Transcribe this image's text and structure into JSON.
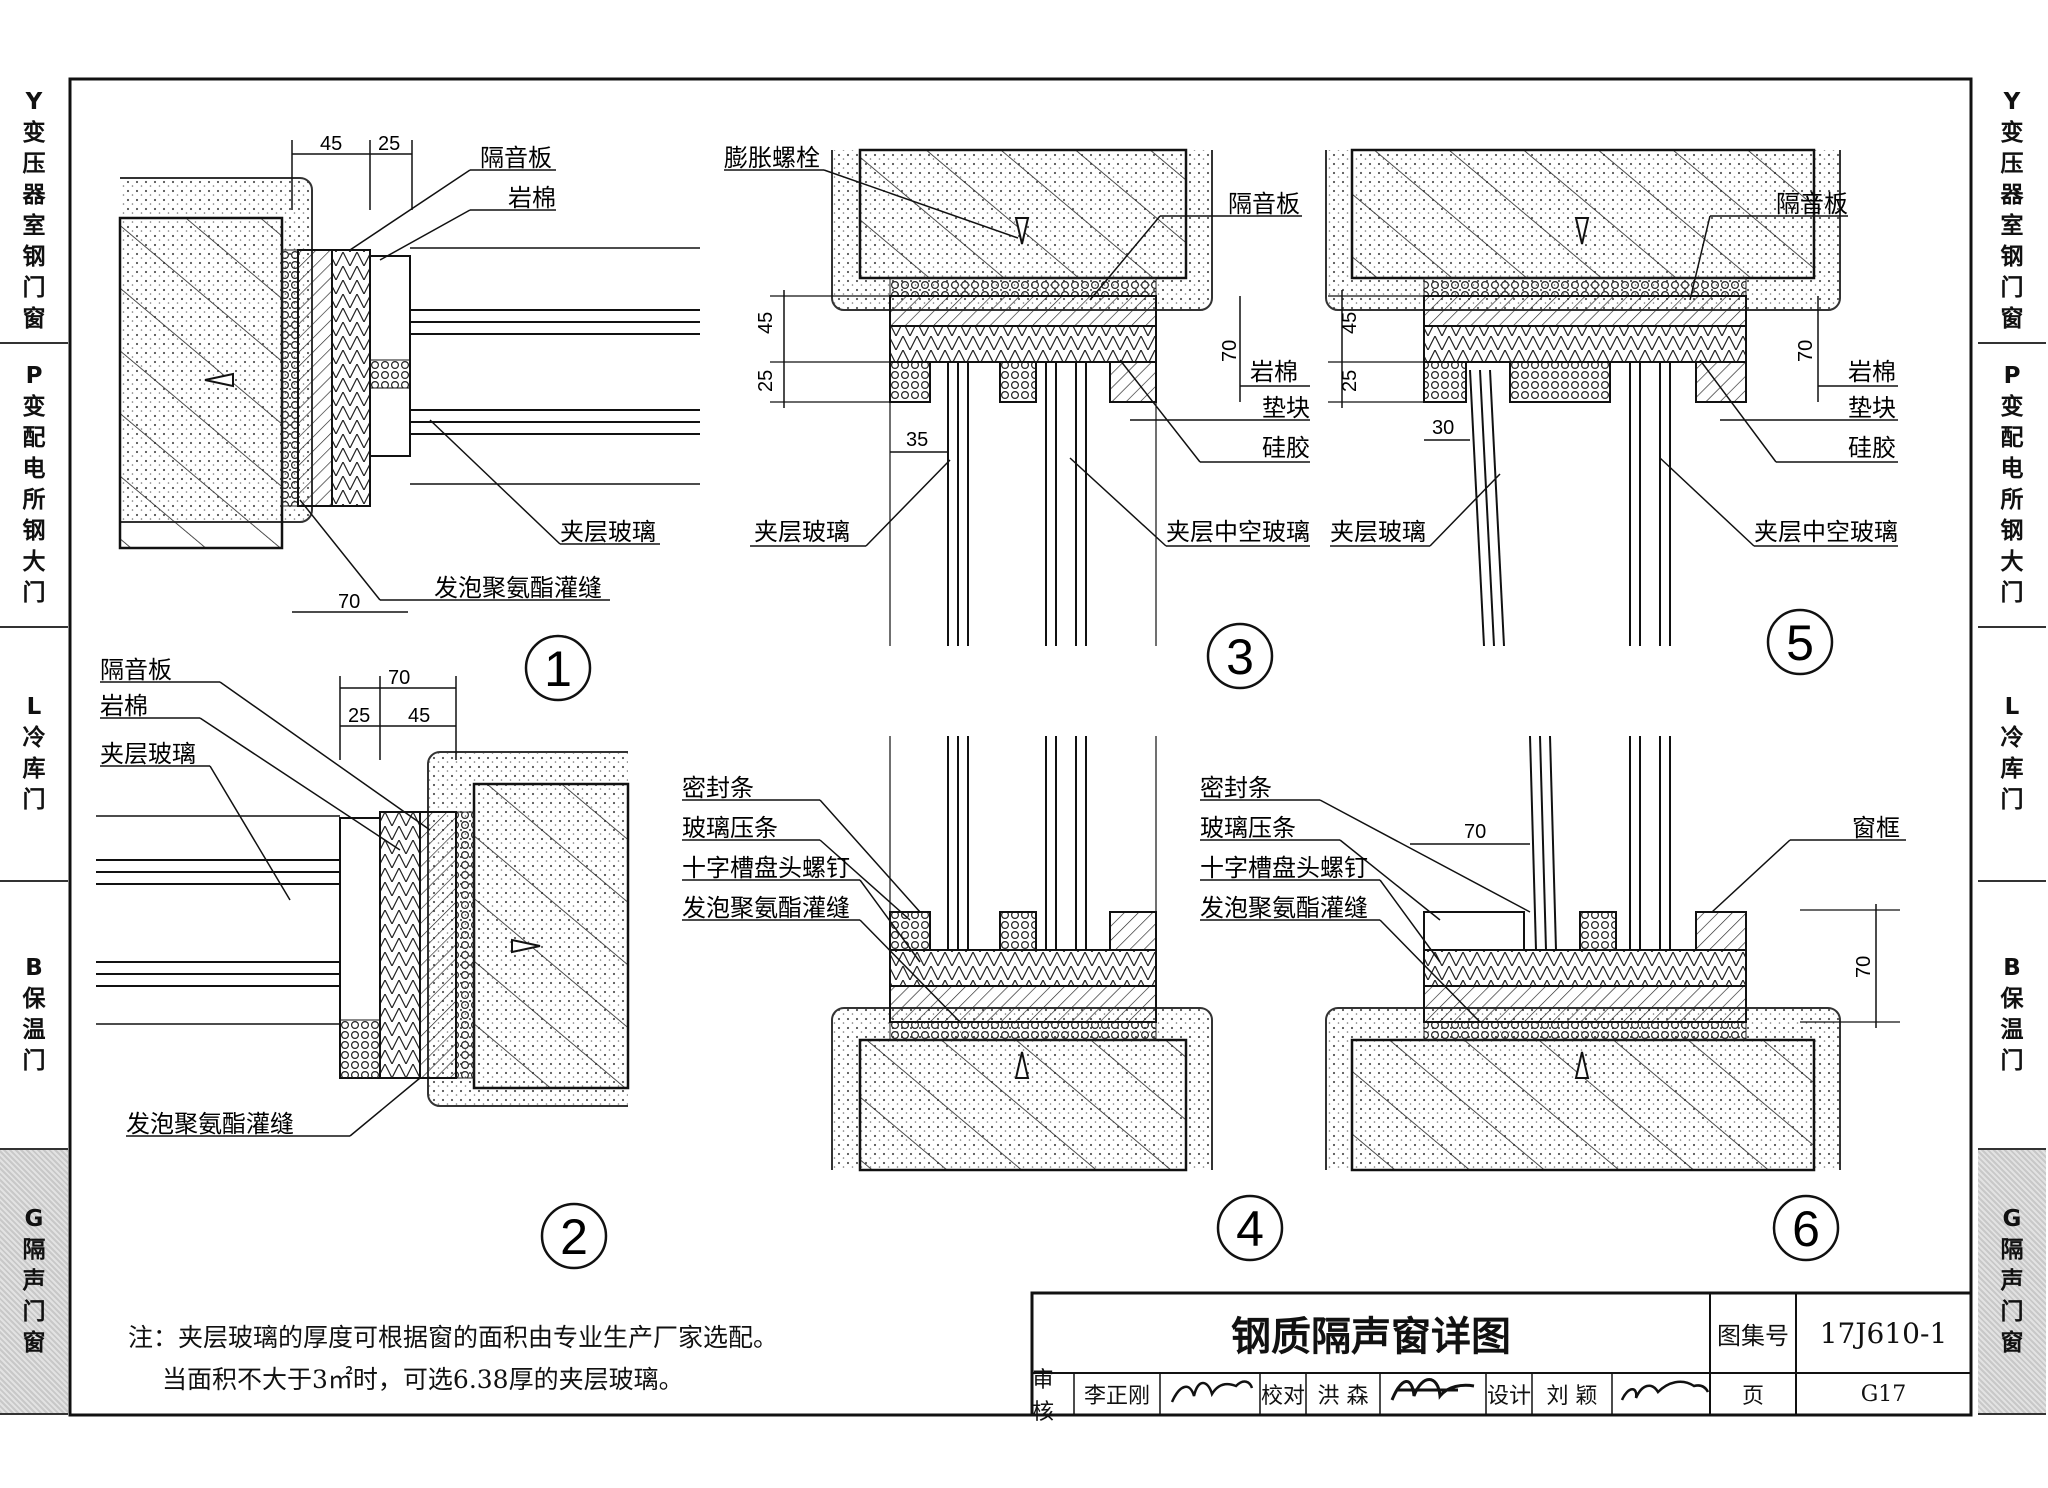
{
  "sidebar": {
    "left": [
      {
        "code": "Y",
        "chars": [
          "变",
          "压",
          "器",
          "室",
          "钢",
          "门",
          "窗"
        ]
      },
      {
        "code": "P",
        "chars": [
          "变",
          "配",
          "电",
          "所",
          "钢",
          "大",
          "门"
        ]
      },
      {
        "code": "L",
        "chars": [
          "冷",
          "库",
          "门"
        ]
      },
      {
        "code": "B",
        "chars": [
          "保",
          "温",
          "门"
        ]
      },
      {
        "code": "G",
        "chars": [
          "隔",
          "声",
          "门",
          "窗"
        ]
      }
    ],
    "right": [
      {
        "code": "Y",
        "chars": [
          "变",
          "压",
          "器",
          "室",
          "钢",
          "门",
          "窗"
        ]
      },
      {
        "code": "P",
        "chars": [
          "变",
          "配",
          "电",
          "所",
          "钢",
          "大",
          "门"
        ]
      },
      {
        "code": "L",
        "chars": [
          "冷",
          "库",
          "门"
        ]
      },
      {
        "code": "B",
        "chars": [
          "保",
          "温",
          "门"
        ]
      },
      {
        "code": "G",
        "chars": [
          "隔",
          "声",
          "门",
          "窗"
        ]
      }
    ],
    "highlight_index": 4,
    "highlight_color": "#d4d4d4"
  },
  "labels": {
    "soundboard": "隔音板",
    "rockwool": "岩棉",
    "laminated_glass": "夹层玻璃",
    "foam_pu": "发泡聚氨酯灌缝",
    "expansion_bolt": "膨胀螺栓",
    "pad": "垫块",
    "silicone": "硅胶",
    "laminated_insulated_glass": "夹层中空玻璃",
    "seal_strip": "密封条",
    "glass_bead": "玻璃压条",
    "pan_screw": "十字槽盘头螺钉",
    "window_frame": "窗框"
  },
  "dims": {
    "d45": "45",
    "d25": "25",
    "d70": "70",
    "d35": "35",
    "d30": "30"
  },
  "details": [
    "1",
    "2",
    "3",
    "4",
    "5",
    "6"
  ],
  "note": {
    "line1": "注：夹层玻璃的厚度可根据窗的面积由专业生产厂家选配。",
    "line2": "当面积不大于3㎡时，可选6.38厚的夹层玻璃。"
  },
  "title_block": {
    "title": "钢质隔声窗详图",
    "atlas_label": "图集号",
    "atlas_no": "17J610-1",
    "review_label": "审核",
    "reviewer": "李正刚",
    "check_label": "校对",
    "checker": "洪 森",
    "design_label": "设计",
    "designer": "刘 颖",
    "page_label": "页",
    "page_no": "G17"
  }
}
